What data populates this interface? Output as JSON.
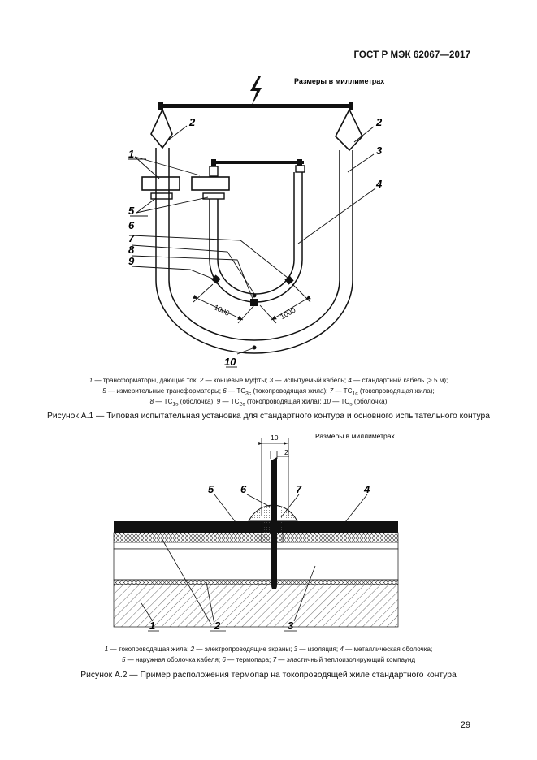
{
  "header": {
    "standard": "ГОСТ Р МЭК 62067—2017"
  },
  "figure1": {
    "units_note": "Размеры в миллиметрах",
    "labels": {
      "l1": "1",
      "l2a": "2",
      "l2b": "2",
      "l3": "3",
      "l4": "4",
      "l5": "5",
      "l6": "6",
      "l7": "7",
      "l8": "8",
      "l9": "9",
      "l10": "10"
    },
    "dim_left": "1000",
    "dim_right": "1000",
    "legend_line1": {
      "n1": "1",
      "t1": " — трансформаторы, дающие ток; ",
      "n2": "2",
      "t2": " — концевые муфты; ",
      "n3": "3",
      "t3": " — испытуемый кабель; ",
      "n4": "4",
      "t4": " — стандартный кабель (≥ 5 м);"
    },
    "legend_line2": {
      "n5": "5",
      "t5": " — измерительные трансформаторы; ",
      "n6": "6",
      "t6a": " — TC",
      "s6": "3c",
      "t6b": " (токопроводящая жила); ",
      "n7": "7",
      "t7a": " — TC",
      "s7": "1c",
      "t7b": " (токопроводящая жила);"
    },
    "legend_line3": {
      "n8": "8",
      "t8a": " — TC",
      "s8": "1s",
      "t8b": " (оболочка); ",
      "n9": "9",
      "t9a": " — TC",
      "s9": "2c",
      "t9b": " (токопроводящая жила); ",
      "n10": "10",
      "t10a": " — TC",
      "s10": "s",
      "t10b": " (оболочка)"
    },
    "caption": "Рисунок А.1 — Типовая испытательная установка для стандартного контура и основного испытательного контура"
  },
  "figure2": {
    "units_note": "Размеры в миллиметрах",
    "dim_outer": "10",
    "dim_inner": "2",
    "labels": {
      "l1": "1",
      "l2": "2",
      "l3": "3",
      "l4": "4",
      "l5": "5",
      "l6": "6",
      "l7": "7"
    },
    "legend_line1": {
      "n1": "1",
      "t1": " — токопроводящая жила; ",
      "n2": "2",
      "t2": " — электропроводящие экраны; ",
      "n3": "3",
      "t3": " — изоляция; ",
      "n4": "4",
      "t4": " — металлическая оболочка;"
    },
    "legend_line2": {
      "n5": "5",
      "t5": " — наружная оболочка кабеля; ",
      "n6": "6",
      "t6": " — термопара; ",
      "n7": "7",
      "t7": " — эластичный теплоизолирующий компаунд"
    },
    "caption": "Рисунок А.2 — Пример расположения термопар на токопроводящей жиле стандартного контура"
  },
  "page": {
    "number": "29"
  }
}
